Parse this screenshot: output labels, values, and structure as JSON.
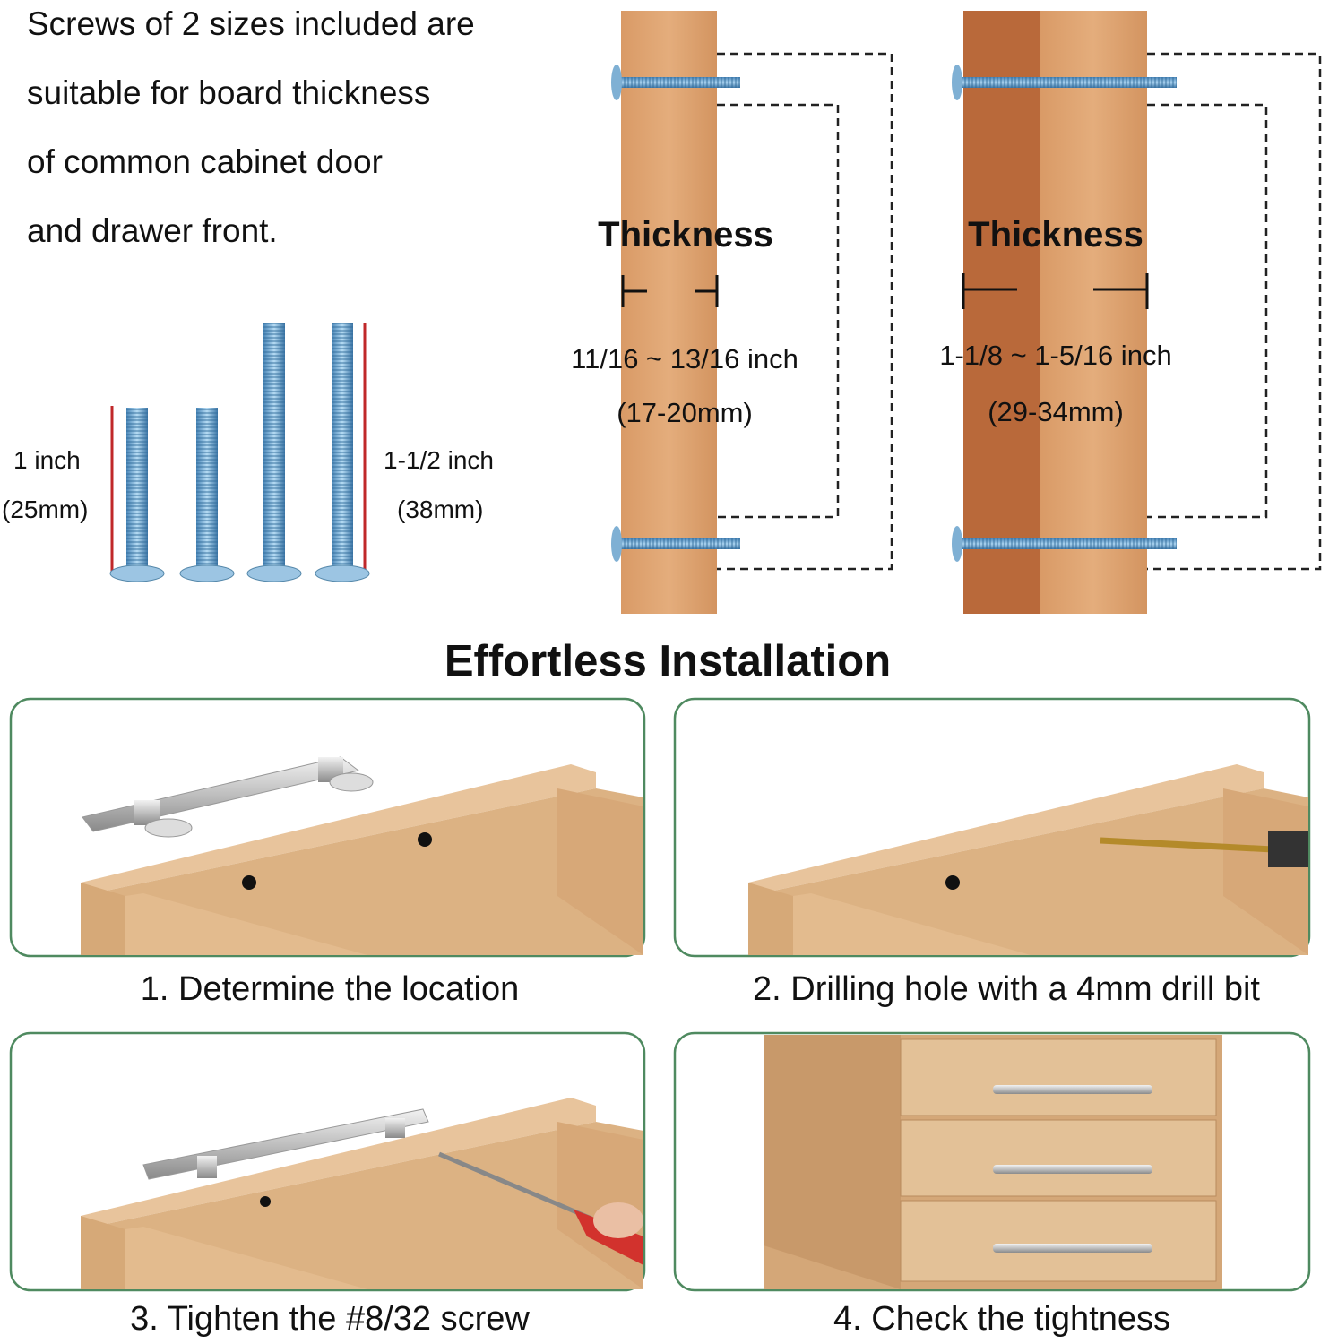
{
  "intro": {
    "lines": [
      "Screws of 2 sizes included are",
      "suitable for board thickness",
      "of common cabinet door",
      "and drawer front."
    ]
  },
  "screws": {
    "short_label": "1 inch",
    "short_mm": "(25mm)",
    "long_label": "1-1/2 inch",
    "long_mm": "(38mm)"
  },
  "boards": [
    {
      "heading": "Thickness",
      "range": "11/16 ~ 13/16 inch",
      "mm": "(17-20mm)"
    },
    {
      "heading": "Thickness",
      "range": "1-1/8 ~ 1-5/16 inch",
      "mm": "(29-34mm)"
    }
  ],
  "installation": {
    "title": "Effortless Installation",
    "steps": [
      "1. Determine the location",
      "2. Drilling hole with a 4mm drill bit",
      "3. Tighten the #8/32 screw",
      "4. Check the tightness"
    ]
  },
  "colors": {
    "panel_border": "#4f8a60",
    "wood": "#d9a877",
    "dark_wood": "#b86a3a",
    "screw": "#6fa8d0",
    "marker": "#c0282a"
  }
}
